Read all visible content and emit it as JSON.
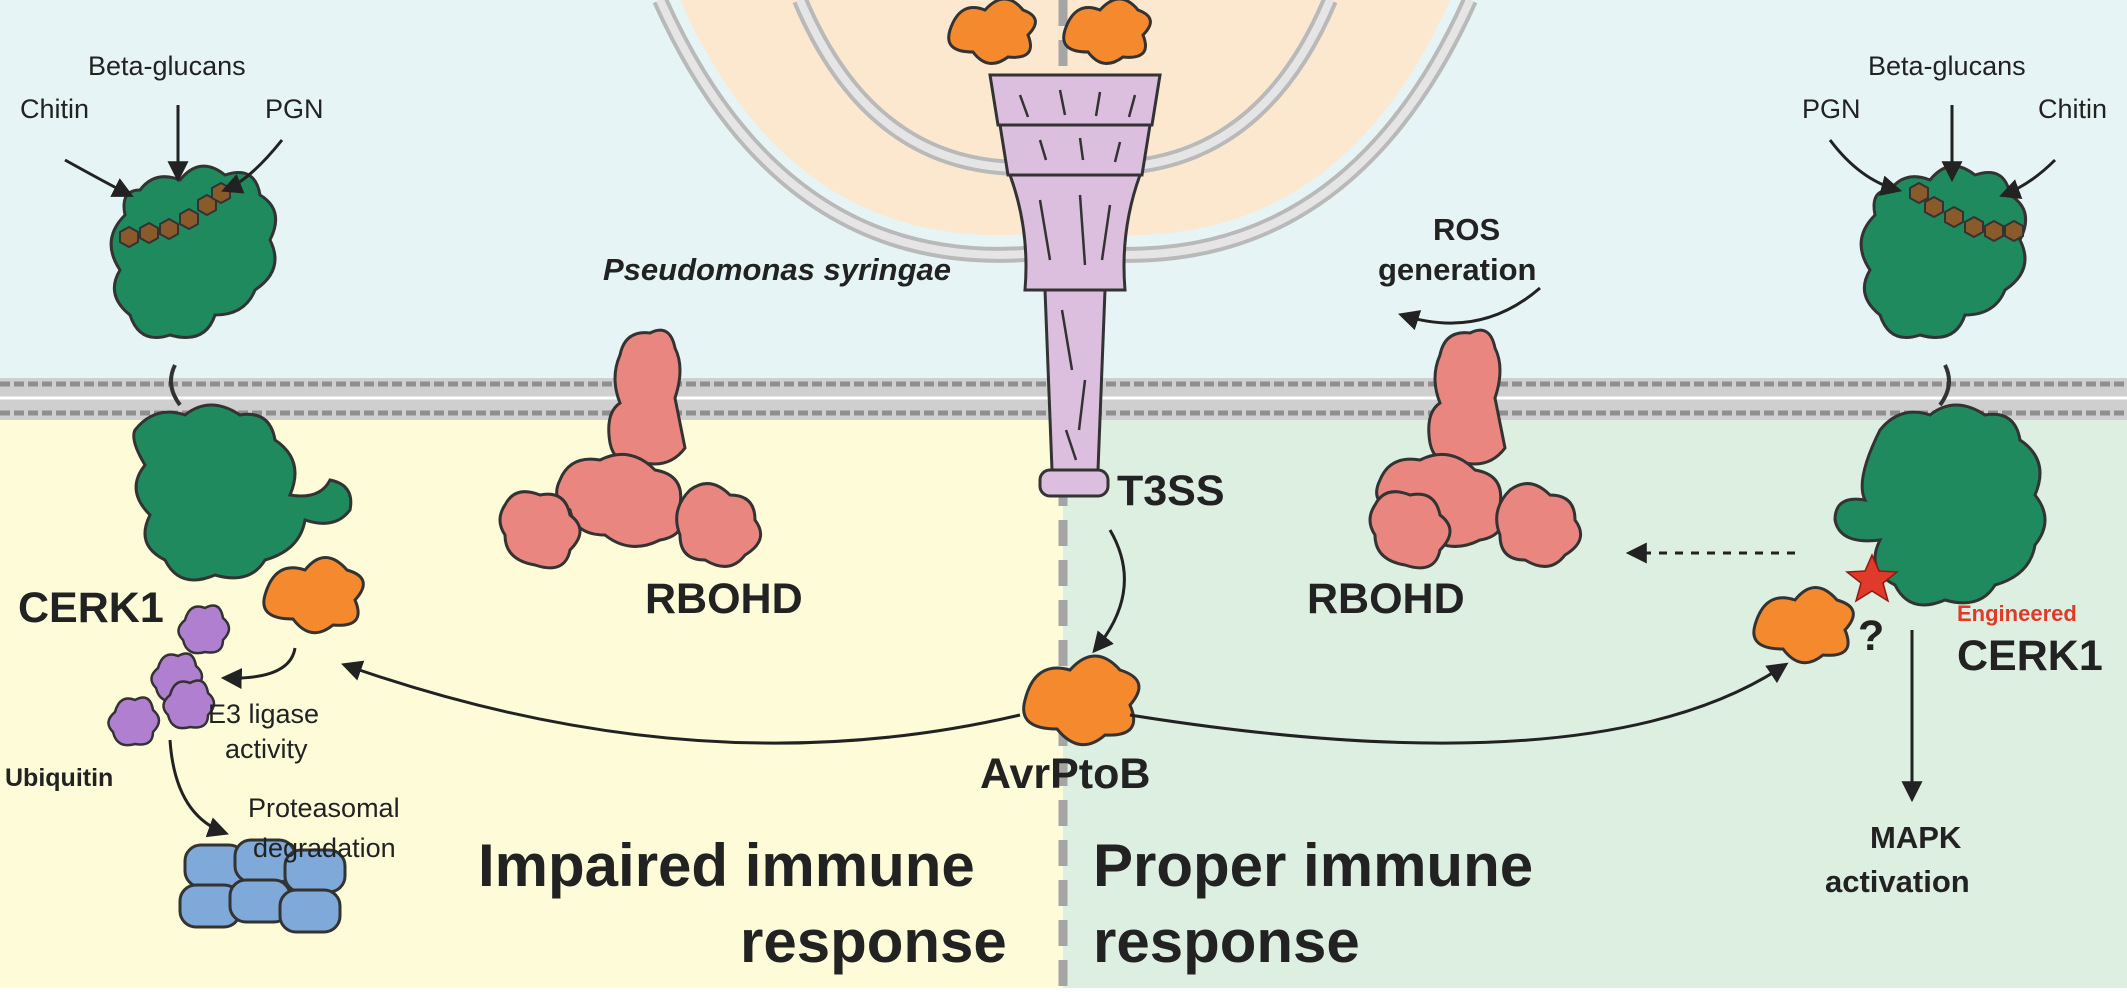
{
  "labels": {
    "left_chitin": "Chitin",
    "left_beta_glucans": "Beta-glucans",
    "left_pgn": "PGN",
    "right_pgn": "PGN",
    "right_beta_glucans": "Beta-glucans",
    "right_chitin": "Chitin",
    "pseudomonas": "Pseudomonas syringae",
    "ros_line1": "ROS",
    "ros_line2": "generation",
    "t3ss": "T3SS",
    "rbohd_left": "RBOHD",
    "rbohd_right": "RBOHD",
    "cerk1_left": "CERK1",
    "engineered": "Engineered",
    "cerk1_right": "CERK1",
    "e3_line1": "E3 ligase",
    "e3_line2": "activity",
    "ubiquitin": "Ubiquitin",
    "proteasomal_line1": "Proteasomal",
    "proteasomal_line2": "degradation",
    "avrptob": "AvrPtoB",
    "question": "?",
    "mapk_line1": "MAPK",
    "mapk_line2": "activation",
    "impaired_line1": "Impaired immune",
    "impaired_line2": "response",
    "proper_line1": "Proper immune",
    "proper_line2": "response"
  },
  "colors": {
    "extracellular": "#e6f4f6",
    "impaired_cytoplasm": "#fdfbd8",
    "proper_cytoplasm": "#dcefe0",
    "cerk1": "#1f8a5e",
    "rbohd": "#e9867f",
    "avrptob": "#f5892d",
    "ubiquitin": "#b07fd0",
    "proteasome": "#7ea9d9",
    "t3ss": "#dcbfdf",
    "bacterium": "#fbe8cf",
    "engineered_star": "#e03a2a"
  }
}
